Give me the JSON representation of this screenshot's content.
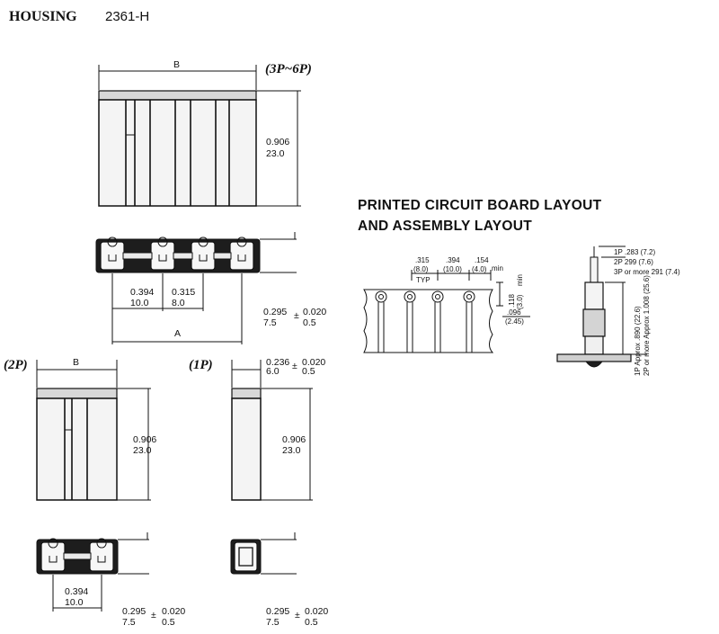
{
  "header": {
    "title": "HOUSING",
    "part_number": "2361-H"
  },
  "views": {
    "multi": {
      "variant": "(3P~6P)",
      "width_label": "B",
      "height_in": "0.906",
      "height_mm": "23.0",
      "pitch_in": "0.394",
      "pitch_mm": "10.0",
      "offset_in": "0.315",
      "offset_mm": "8.0",
      "overall_label": "A",
      "depth_in": "0.295",
      "depth_mm": "7.5",
      "pm": "±",
      "tol_in": "0.020",
      "tol_mm": "0.5"
    },
    "two_pin": {
      "variant": "(2P)",
      "width_label": "B",
      "height_in": "0.906",
      "height_mm": "23.0",
      "pitch_in": "0.394",
      "pitch_mm": "10.0",
      "depth_in": "0.295",
      "depth_mm": "7.5",
      "pm": "±",
      "tol_in": "0.020",
      "tol_mm": "0.5"
    },
    "one_pin": {
      "variant": "(1P)",
      "width_in": "0.236",
      "width_mm": "6.0",
      "width_tol_in": "0.020",
      "width_tol_mm": "0.5",
      "height_in": "0.906",
      "height_mm": "23.0",
      "depth_in": "0.295",
      "depth_mm": "7.5",
      "pm": "±",
      "tol_in": "0.020",
      "tol_mm": "0.5"
    }
  },
  "pcb": {
    "heading_line1": "PRINTED CIRCUIT BOARD LAYOUT",
    "heading_line2": "AND ASSEMBLY LAYOUT",
    "dim1_in": ".315",
    "dim1_mm": "(8.0)",
    "dim2_in": ".394",
    "dim2_mm": "(10.0)",
    "dim3_in": ".154",
    "dim3_mm": "(4.0)",
    "min_label": "min",
    "typ_label": "TYP",
    "vert_in": ".118",
    "vert_mm": "(3.0)",
    "vert_min": "min",
    "hole_in": ".096",
    "hole_mm": "(2.45)"
  },
  "assembly": {
    "row1": "1P  .283 (7.2)",
    "row2": "2P   299 (7.6)",
    "row3": "3P or more  291 (7.4)",
    "v1": "1P  Approx  .890 (22.6)",
    "v2": "2P or more  Approx  1.008 (25.6)"
  }
}
